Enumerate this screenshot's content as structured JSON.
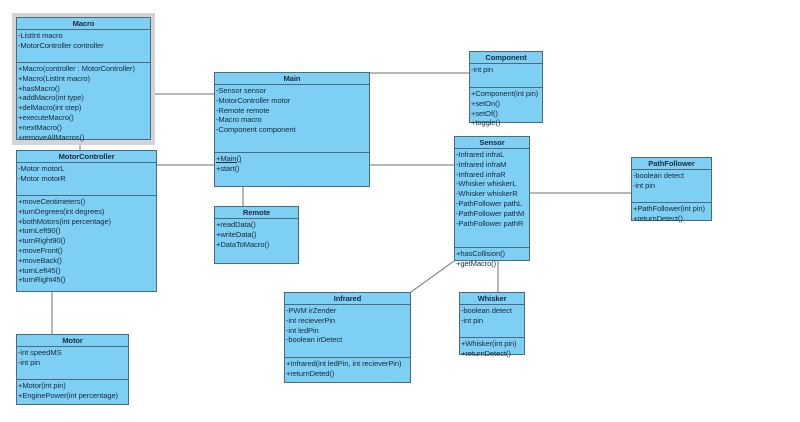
{
  "classes": [
    {
      "id": "macro",
      "name": "Macro",
      "selected": true,
      "attributes": [
        "-ListInt macro",
        "-MotorController controller"
      ],
      "methods": [
        "+Macro(controller : MotorController)",
        "+Macro(ListInt macro)",
        "+hasMacro()",
        "+addMacro(int type)",
        "+delMacro(int step)",
        "+executeMacro()",
        "+nextMacro()",
        "+removeAllMacros()"
      ]
    },
    {
      "id": "motorcontroller",
      "name": "MotorController",
      "attributes": [
        "-Motor motorL",
        "-Motor motorR"
      ],
      "methods": [
        "+moveCentimeters()",
        "+turnDegrees(int degrees)",
        "+bothMotors(int percentage)",
        "+turnLeft90()",
        "+turnRight90()",
        "+moveFront()",
        "+moveBack()",
        "+turnLeft45()",
        "+turnRight45()"
      ]
    },
    {
      "id": "motor",
      "name": "Motor",
      "attributes": [
        "-int speedMS",
        "-int pin"
      ],
      "methods": [
        "+Motor(int pin)",
        "+EnginePower(int percentage)"
      ]
    },
    {
      "id": "main",
      "name": "Main",
      "attributes": [
        "-Sensor sensor",
        "-MotorController motor",
        "-Remote remote",
        "-Macro macro",
        "-Component component"
      ],
      "methods": [
        "+Main()",
        "+start()"
      ],
      "static_methods": [
        "+Main()"
      ]
    },
    {
      "id": "remote",
      "name": "Remote",
      "attributes": [],
      "methods": [
        "+readData()",
        "+writeData()",
        "+DataToMacro()"
      ]
    },
    {
      "id": "component",
      "name": "Component",
      "attributes": [
        "-int pin"
      ],
      "methods": [
        "+Component(int pin)",
        "+setOn()",
        "+setOf()",
        "+toggle()"
      ]
    },
    {
      "id": "sensor",
      "name": "Sensor",
      "attributes": [
        "-Infrared infraL",
        "-Infrared infraM",
        "-Infrared infraR",
        "-Whisker whiskerL",
        "-Whisker whiskerR",
        "-PathFollower pathL",
        "-PathFollower pathM",
        "-PathFollower pathR"
      ],
      "methods": [
        "+hasCollision()",
        "+getMacro()"
      ]
    },
    {
      "id": "pathfollower",
      "name": "PathFollower",
      "attributes": [
        "-boolean detect",
        "-int pin"
      ],
      "methods": [
        "+PathFollower(int pin)",
        "+returnDetect()"
      ]
    },
    {
      "id": "infrared",
      "name": "Infrared",
      "attributes": [
        "-PWM irZender",
        "-int recieverPin",
        "-int ledPin",
        "-boolean irDetect"
      ],
      "methods": [
        "+Infrared(int ledPin, int recieverPin)",
        "+returnDeted()"
      ]
    },
    {
      "id": "whisker",
      "name": "Whisker",
      "attributes": [
        "-boolean detect",
        "-int pin"
      ],
      "methods": [
        "+Whisker(int pin)",
        "+returnDetect()"
      ]
    }
  ],
  "associations": [
    [
      "macro",
      "main"
    ],
    [
      "macro",
      "motorcontroller"
    ],
    [
      "motorcontroller",
      "main"
    ],
    [
      "main",
      "component"
    ],
    [
      "main",
      "sensor"
    ],
    [
      "main",
      "remote"
    ],
    [
      "motorcontroller",
      "motor"
    ],
    [
      "sensor",
      "pathfollower"
    ],
    [
      "sensor",
      "infrared"
    ],
    [
      "sensor",
      "whisker"
    ]
  ],
  "colors": {
    "class_fill": "#7ecff4",
    "border": "#4a6a80",
    "selection": "#d4d4d4",
    "line": "#707070"
  }
}
